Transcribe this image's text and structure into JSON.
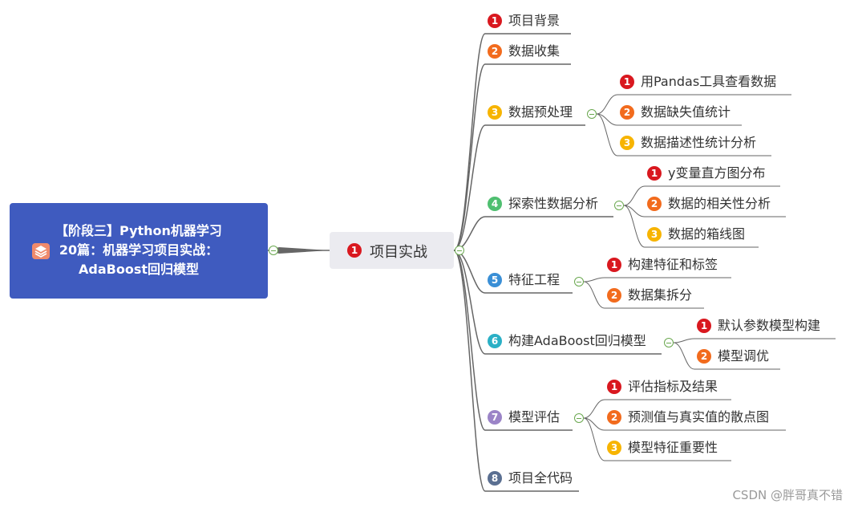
{
  "root": {
    "title_lines": [
      "【阶段三】Python机器学习",
      "20篇：机器学习项目实战：",
      "AdaBoost回归模型"
    ],
    "icon": "layers-stack-icon"
  },
  "main": {
    "badge": "1",
    "label": "项目实战"
  },
  "branches": [
    {
      "badge": "1",
      "label": "项目背景"
    },
    {
      "badge": "2",
      "label": "数据收集"
    },
    {
      "badge": "3",
      "label": "数据预处理",
      "children": [
        {
          "badge": "1",
          "label": "用Pandas工具查看数据"
        },
        {
          "badge": "2",
          "label": "数据缺失值统计"
        },
        {
          "badge": "3",
          "label": "数据描述性统计分析"
        }
      ]
    },
    {
      "badge": "4",
      "label": "探索性数据分析",
      "children": [
        {
          "badge": "1",
          "label": "y变量直方图分布"
        },
        {
          "badge": "2",
          "label": "数据的相关性分析"
        },
        {
          "badge": "3",
          "label": "数据的箱线图"
        }
      ]
    },
    {
      "badge": "5",
      "label": "特征工程",
      "children": [
        {
          "badge": "1",
          "label": "构建特征和标签"
        },
        {
          "badge": "2",
          "label": "数据集拆分"
        }
      ]
    },
    {
      "badge": "6",
      "label": "构建AdaBoost回归模型",
      "children": [
        {
          "badge": "1",
          "label": "默认参数模型构建"
        },
        {
          "badge": "2",
          "label": "模型调优"
        }
      ]
    },
    {
      "badge": "7",
      "label": "模型评估",
      "children": [
        {
          "badge": "1",
          "label": "评估指标及结果"
        },
        {
          "badge": "2",
          "label": "预测值与真实值的散点图"
        },
        {
          "badge": "3",
          "label": "模型特征重要性"
        }
      ]
    },
    {
      "badge": "8",
      "label": "项目全代码"
    }
  ],
  "colors": {
    "root_bg": "#3f5bbf",
    "line": "#666666",
    "badge_red": "#d9181f",
    "badge_orange": "#f26b1d",
    "badge_yellow": "#f7b400",
    "badge_green": "#4fbf70",
    "badge_blue": "#3a8fd6",
    "badge_teal": "#2ab0c6",
    "badge_purple": "#9b84c7",
    "badge_slate": "#5a6f91",
    "collapse_green": "#6aa84f"
  },
  "watermark": "CSDN @胖哥真不错"
}
